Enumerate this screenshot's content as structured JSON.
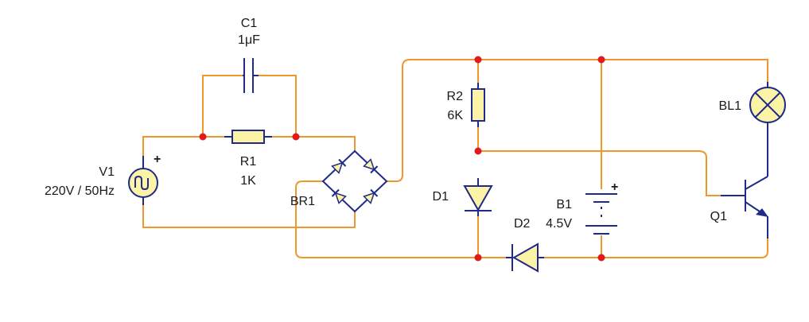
{
  "diagram": {
    "components": {
      "c1": {
        "name": "C1",
        "value": "1μF"
      },
      "r1": {
        "name": "R1",
        "value": "1K"
      },
      "v1": {
        "name": "V1",
        "value": "220V / 50Hz"
      },
      "br1": {
        "name": "BR1"
      },
      "r2": {
        "name": "R2",
        "value": "6K"
      },
      "d1": {
        "name": "D1"
      },
      "d2": {
        "name": "D2"
      },
      "b1": {
        "name": "B1",
        "value": "4.5V"
      },
      "bl1": {
        "name": "BL1"
      },
      "q1": {
        "name": "Q1"
      }
    },
    "polarity_mark": "+",
    "colors": {
      "wire": "#f0962d",
      "component_outline": "#1f2a8a",
      "component_fill": "#fbf3a6",
      "junction": "#e01b1b",
      "label": "#1a1a1a"
    }
  }
}
